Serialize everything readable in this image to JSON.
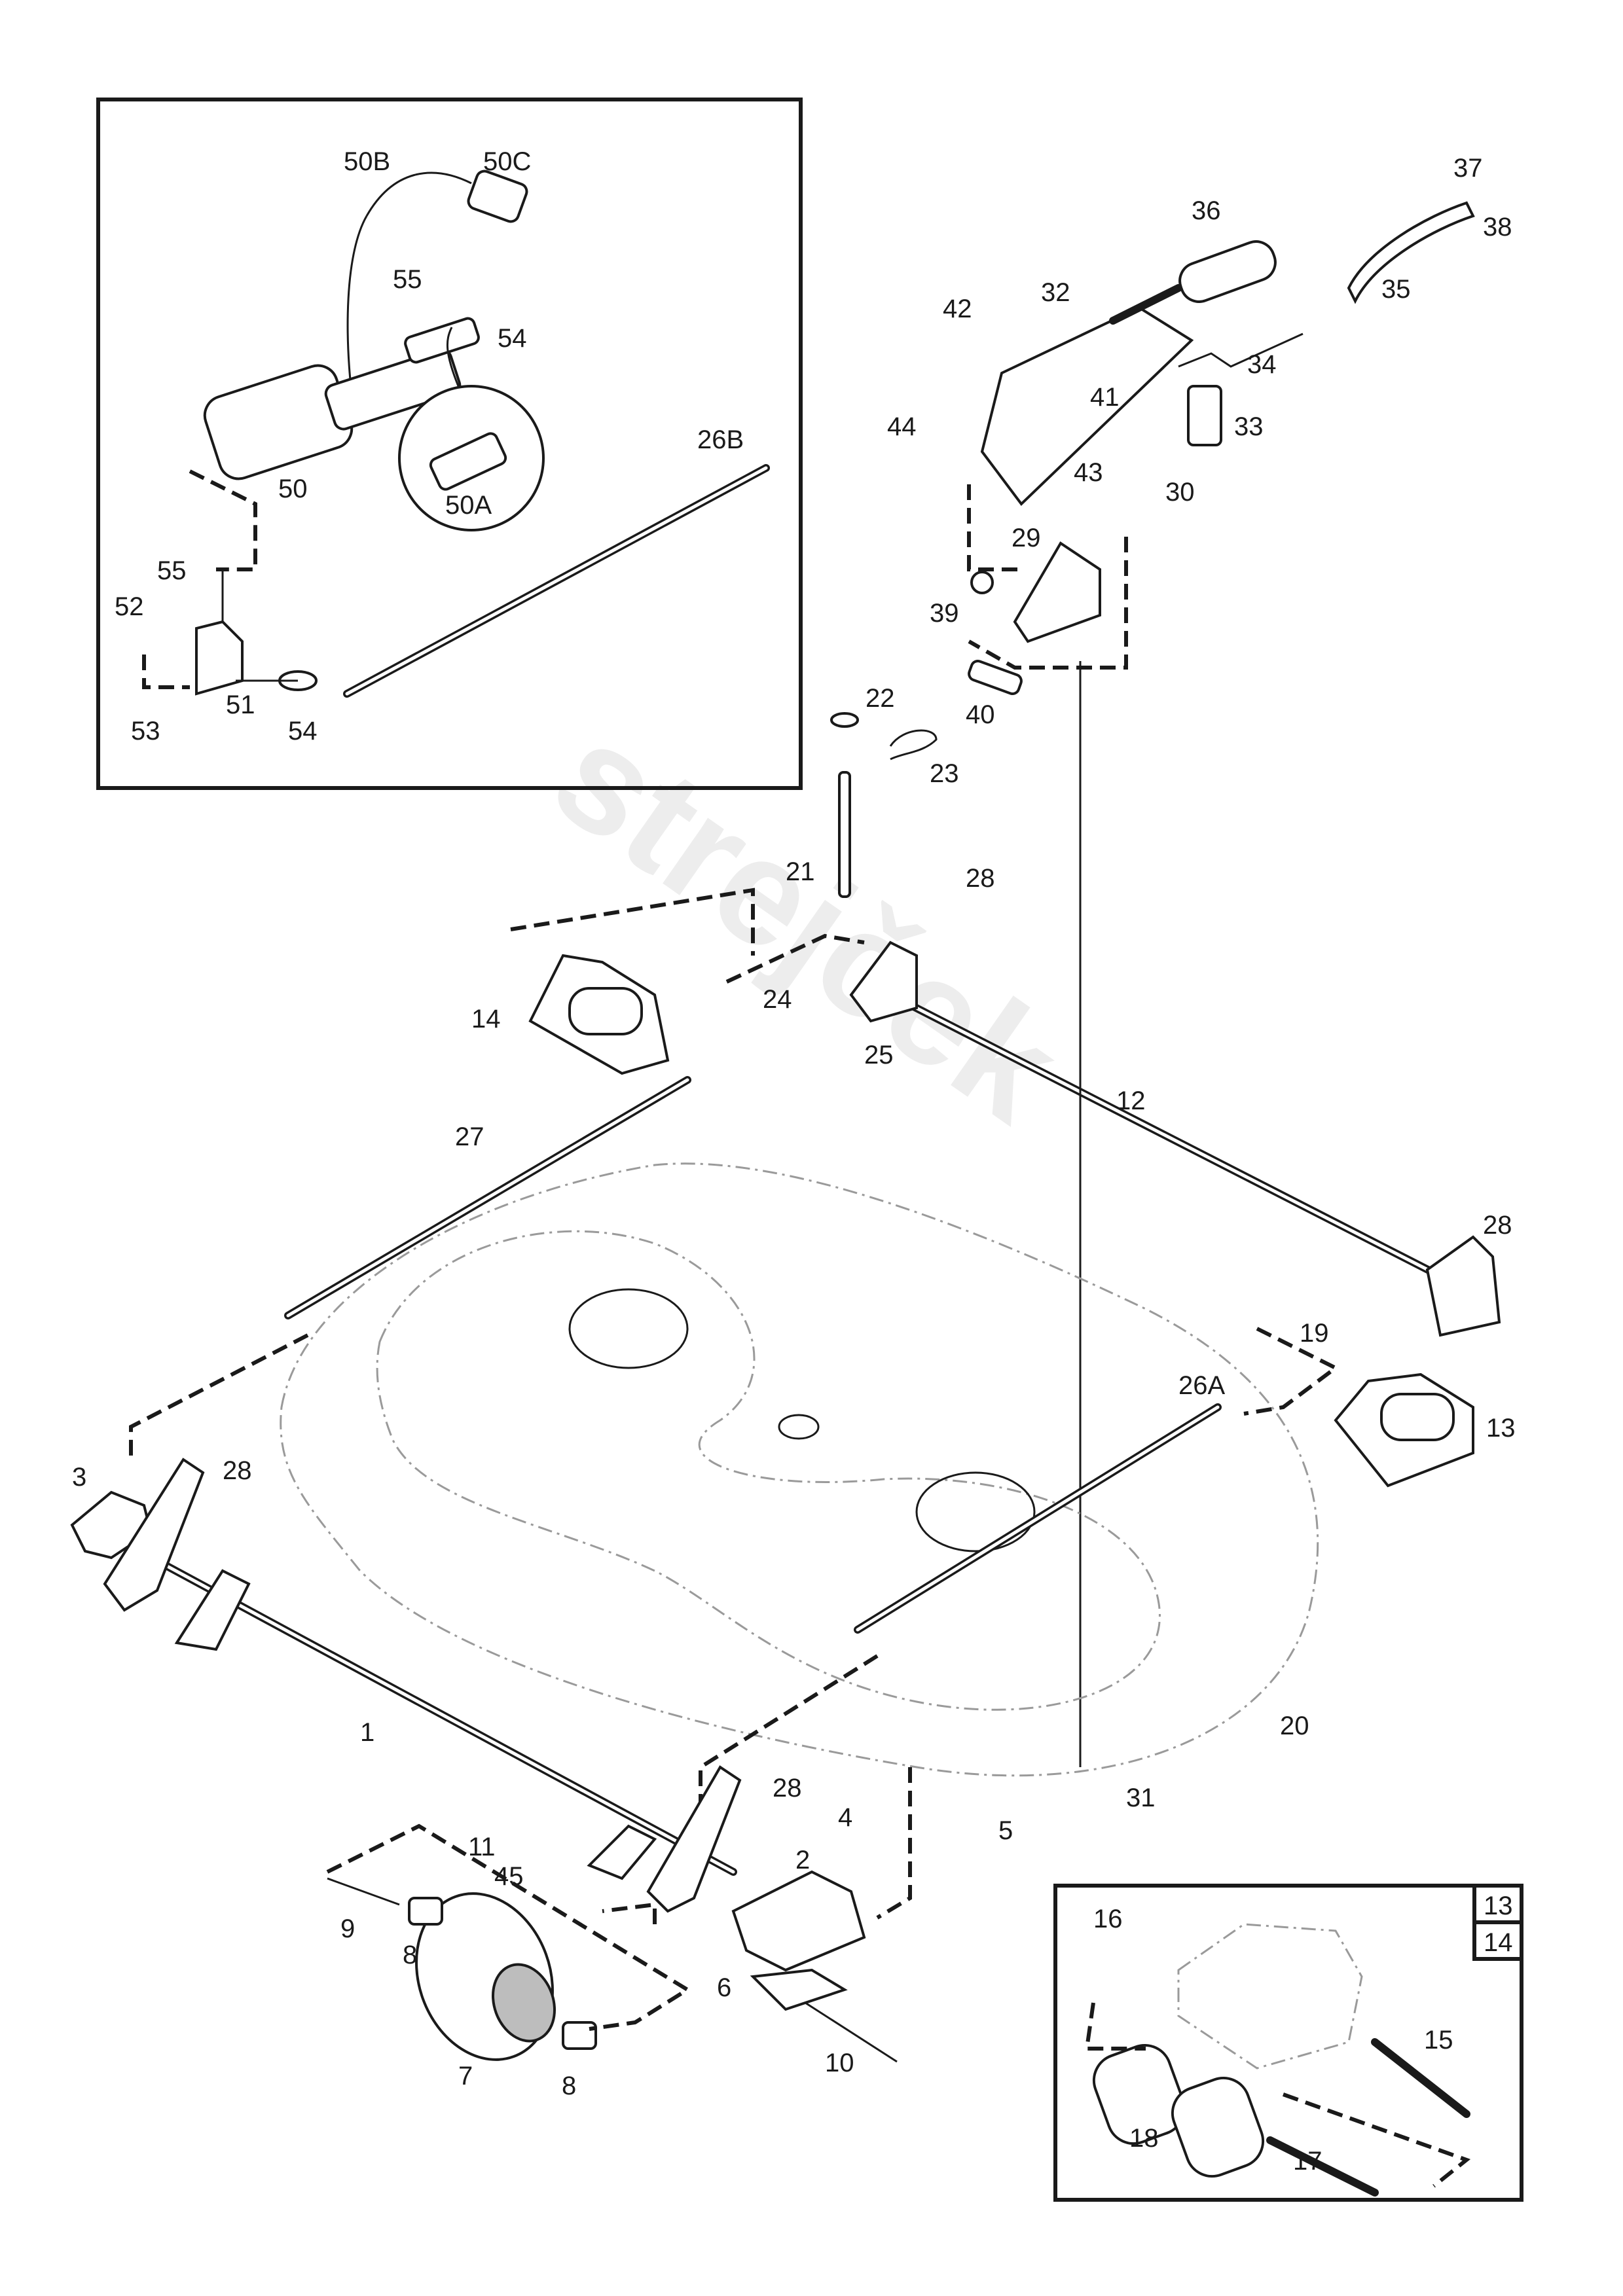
{
  "diagram": {
    "watermark": "strejček",
    "inset_labels": [
      "13",
      "14"
    ],
    "part_labels": [
      "50B",
      "50C",
      "55",
      "54",
      "50",
      "50A",
      "52",
      "51",
      "53",
      "26B",
      "37",
      "38",
      "36",
      "35",
      "32",
      "42",
      "34",
      "41",
      "44",
      "33",
      "43",
      "30",
      "29",
      "39",
      "40",
      "22",
      "23",
      "21",
      "28",
      "14",
      "24",
      "25",
      "12",
      "27",
      "19",
      "26A",
      "13",
      "3",
      "20",
      "1",
      "31",
      "5",
      "4",
      "11",
      "45",
      "2",
      "9",
      "8",
      "6",
      "7",
      "10",
      "16",
      "15",
      "18",
      "17"
    ]
  }
}
